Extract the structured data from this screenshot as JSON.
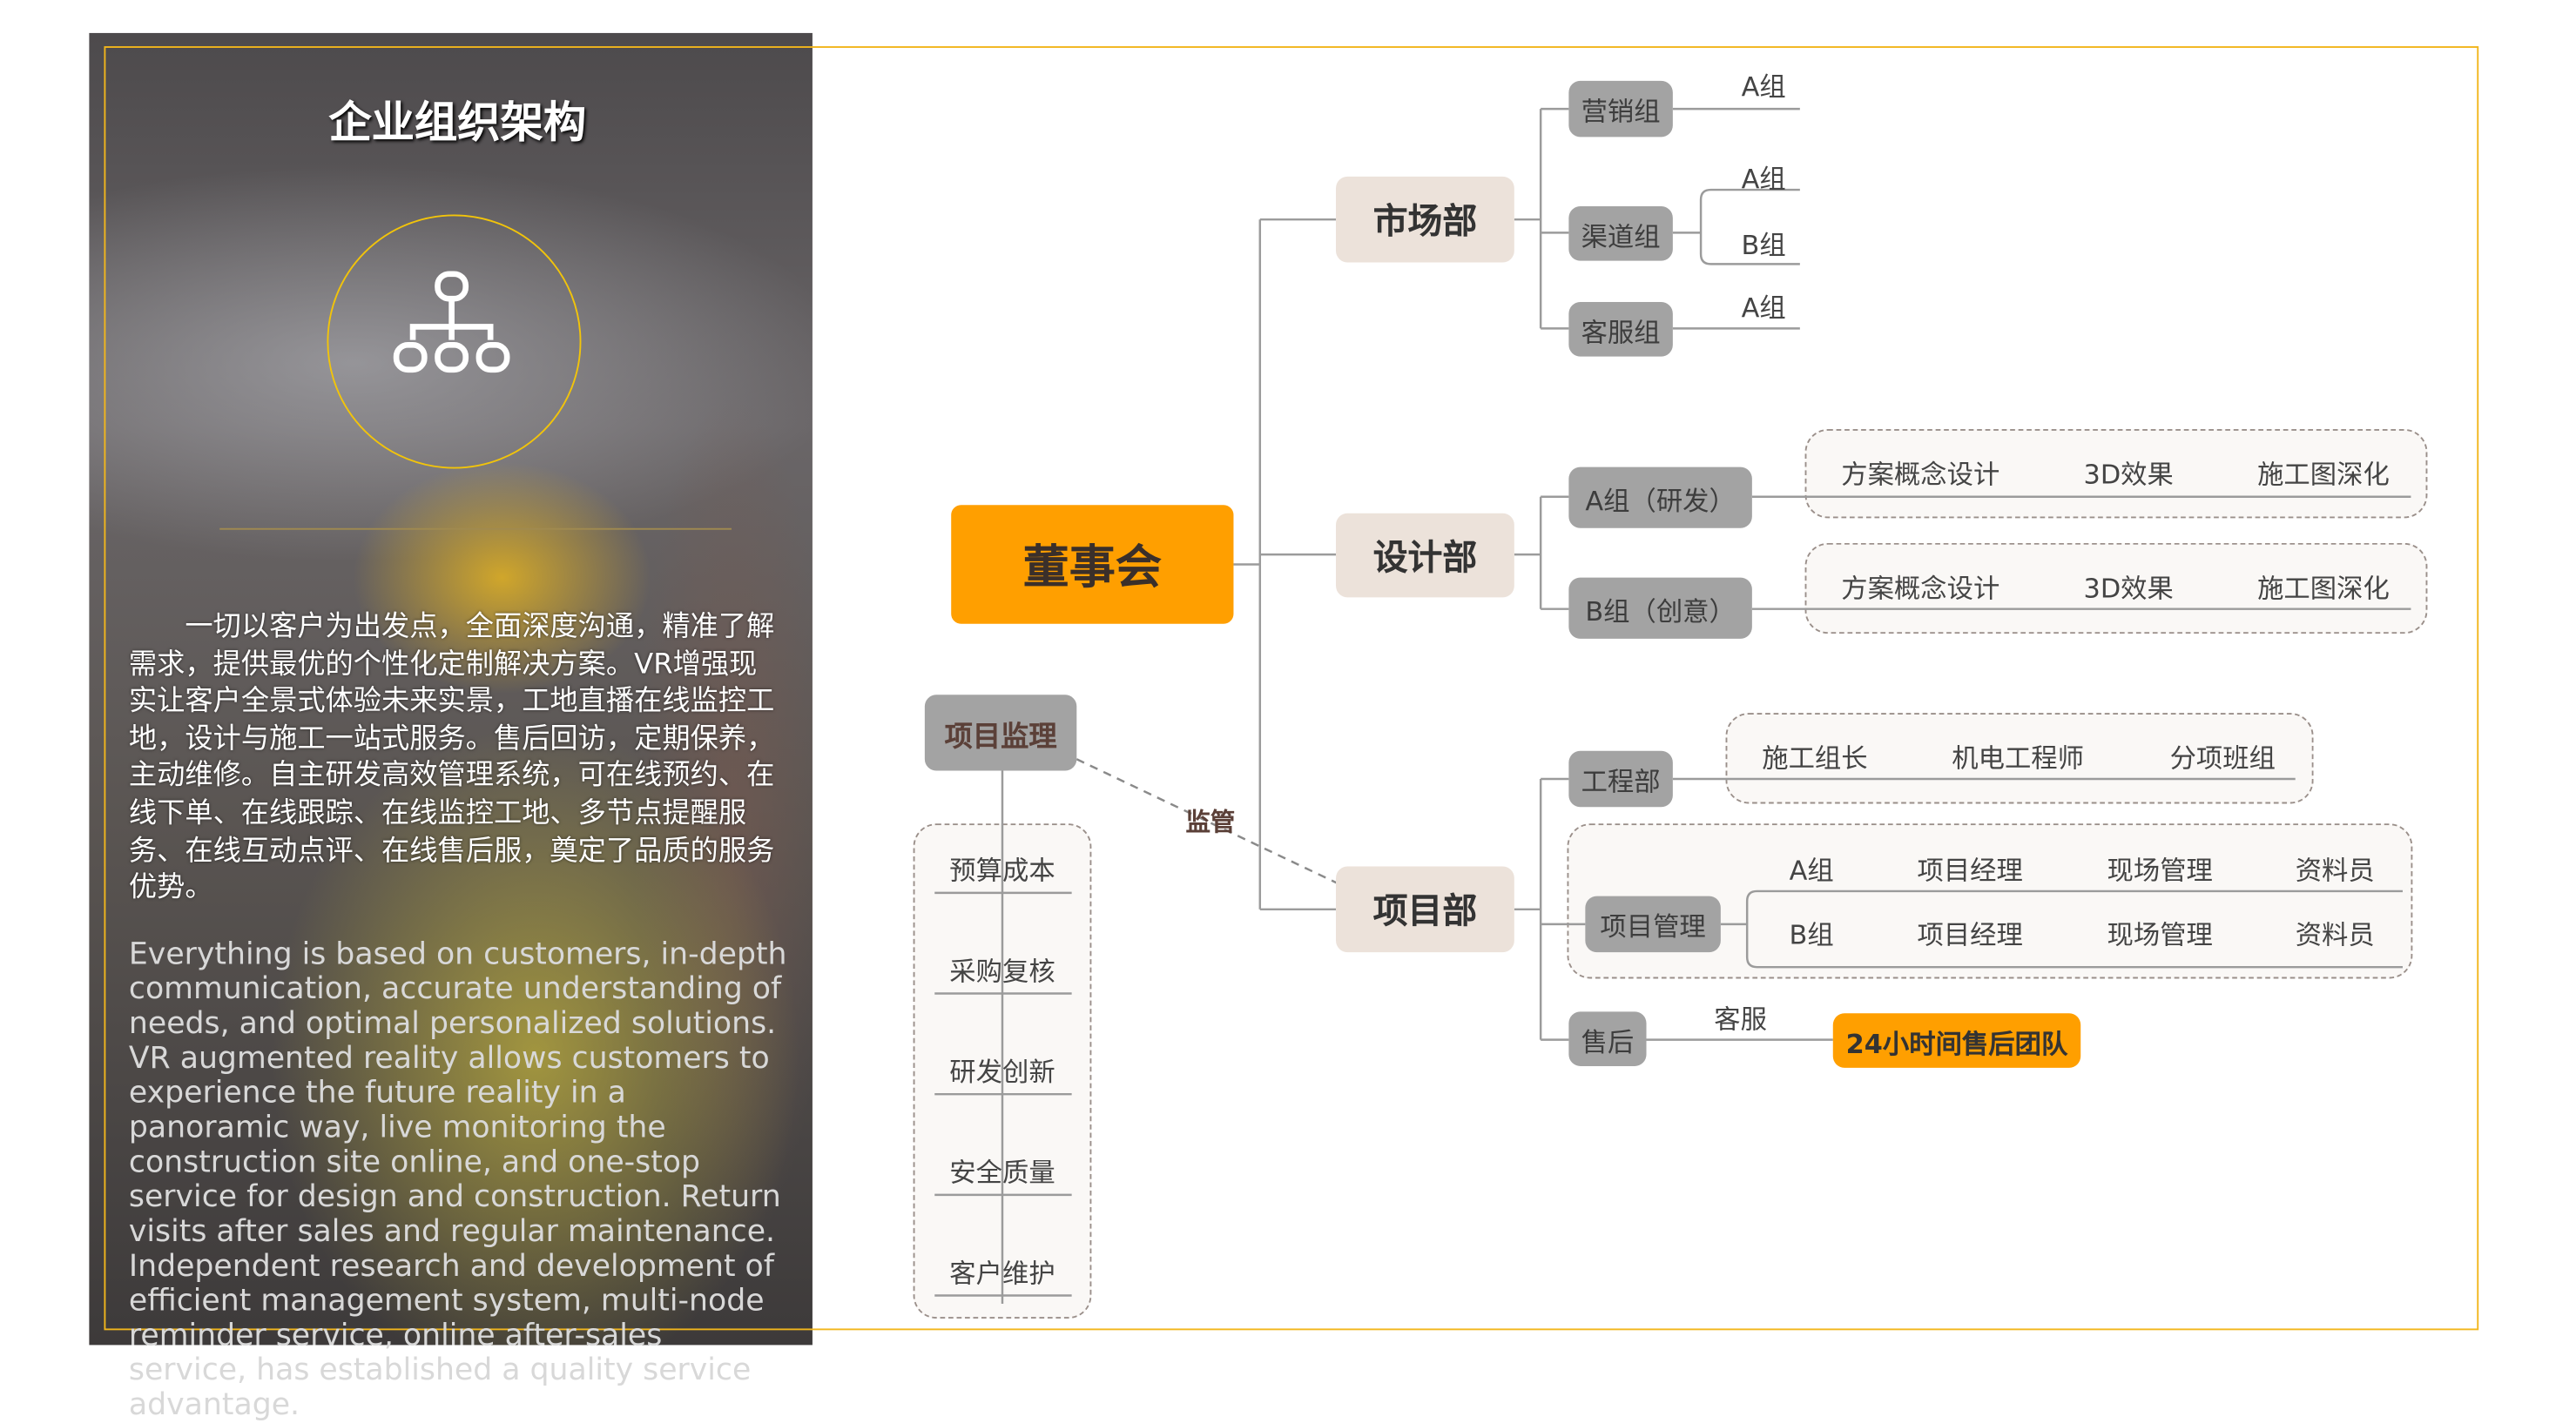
{
  "left_panel": {
    "title": "企业组织架构",
    "icon": "org-chart-icon",
    "description_cn": "一切以客户为出发点，全面深度沟通，精准了解需求，提供最优的个性化定制解决方案。VR增强现实让客户全景式体验未来实景，工地直播在线监控工地，设计与施工一站式服务。售后回访，定期保养，主动维修。自主研发高效管理系统，可在线预约、在线下单、在线跟踪、在线监控工地、多节点提醒服务、在线互动点评、在线售后服，奠定了品质的服务优势。",
    "description_en": "Everything is based on customers, in-depth communication, accurate understanding of needs, and optimal personalized solutions. VR augmented reality allows customers to experience the future reality in a panoramic way, live monitoring the construction site online, and one-stop service for design and construction. Return visits after sales and regular maintenance. Independent research and development of efficient management system, multi-node reminder service, online after-sales service, has established a quality service advantage."
  },
  "colors": {
    "accent": "#FF9F00",
    "frame": "#F2B61C",
    "dept": "#ECE2DA",
    "group": "#A3A3A3"
  },
  "org": {
    "root": "董事会",
    "market": {
      "label": "市场部",
      "groups": [
        {
          "label": "营销组",
          "subs": [
            "A组"
          ]
        },
        {
          "label": "渠道组",
          "subs": [
            "A组",
            "B组"
          ]
        },
        {
          "label": "客服组",
          "subs": [
            "A组"
          ]
        }
      ]
    },
    "design": {
      "label": "设计部",
      "groups": [
        {
          "label": "A组（研发）",
          "items": [
            "方案概念设计",
            "3D效果",
            "施工图深化"
          ]
        },
        {
          "label": "B组（创意）",
          "items": [
            "方案概念设计",
            "3D效果",
            "施工图深化"
          ]
        }
      ]
    },
    "project": {
      "label": "项目部",
      "engineering": {
        "label": "工程部",
        "items": [
          "施工组长",
          "机电工程师",
          "分项班组"
        ]
      },
      "management": {
        "label": "项目管理",
        "rows": [
          {
            "group": "A组",
            "items": [
              "项目经理",
              "现场管理",
              "资料员"
            ]
          },
          {
            "group": "B组",
            "items": [
              "项目经理",
              "现场管理",
              "资料员"
            ]
          }
        ]
      },
      "after_sales": {
        "label": "售后",
        "link": "客服",
        "team": "24小时间售后团队"
      }
    },
    "supervision": {
      "label": "项目监理",
      "relation": "监管",
      "items": [
        "预算成本",
        "采购复核",
        "研发创新",
        "安全质量",
        "客户维护"
      ]
    }
  }
}
